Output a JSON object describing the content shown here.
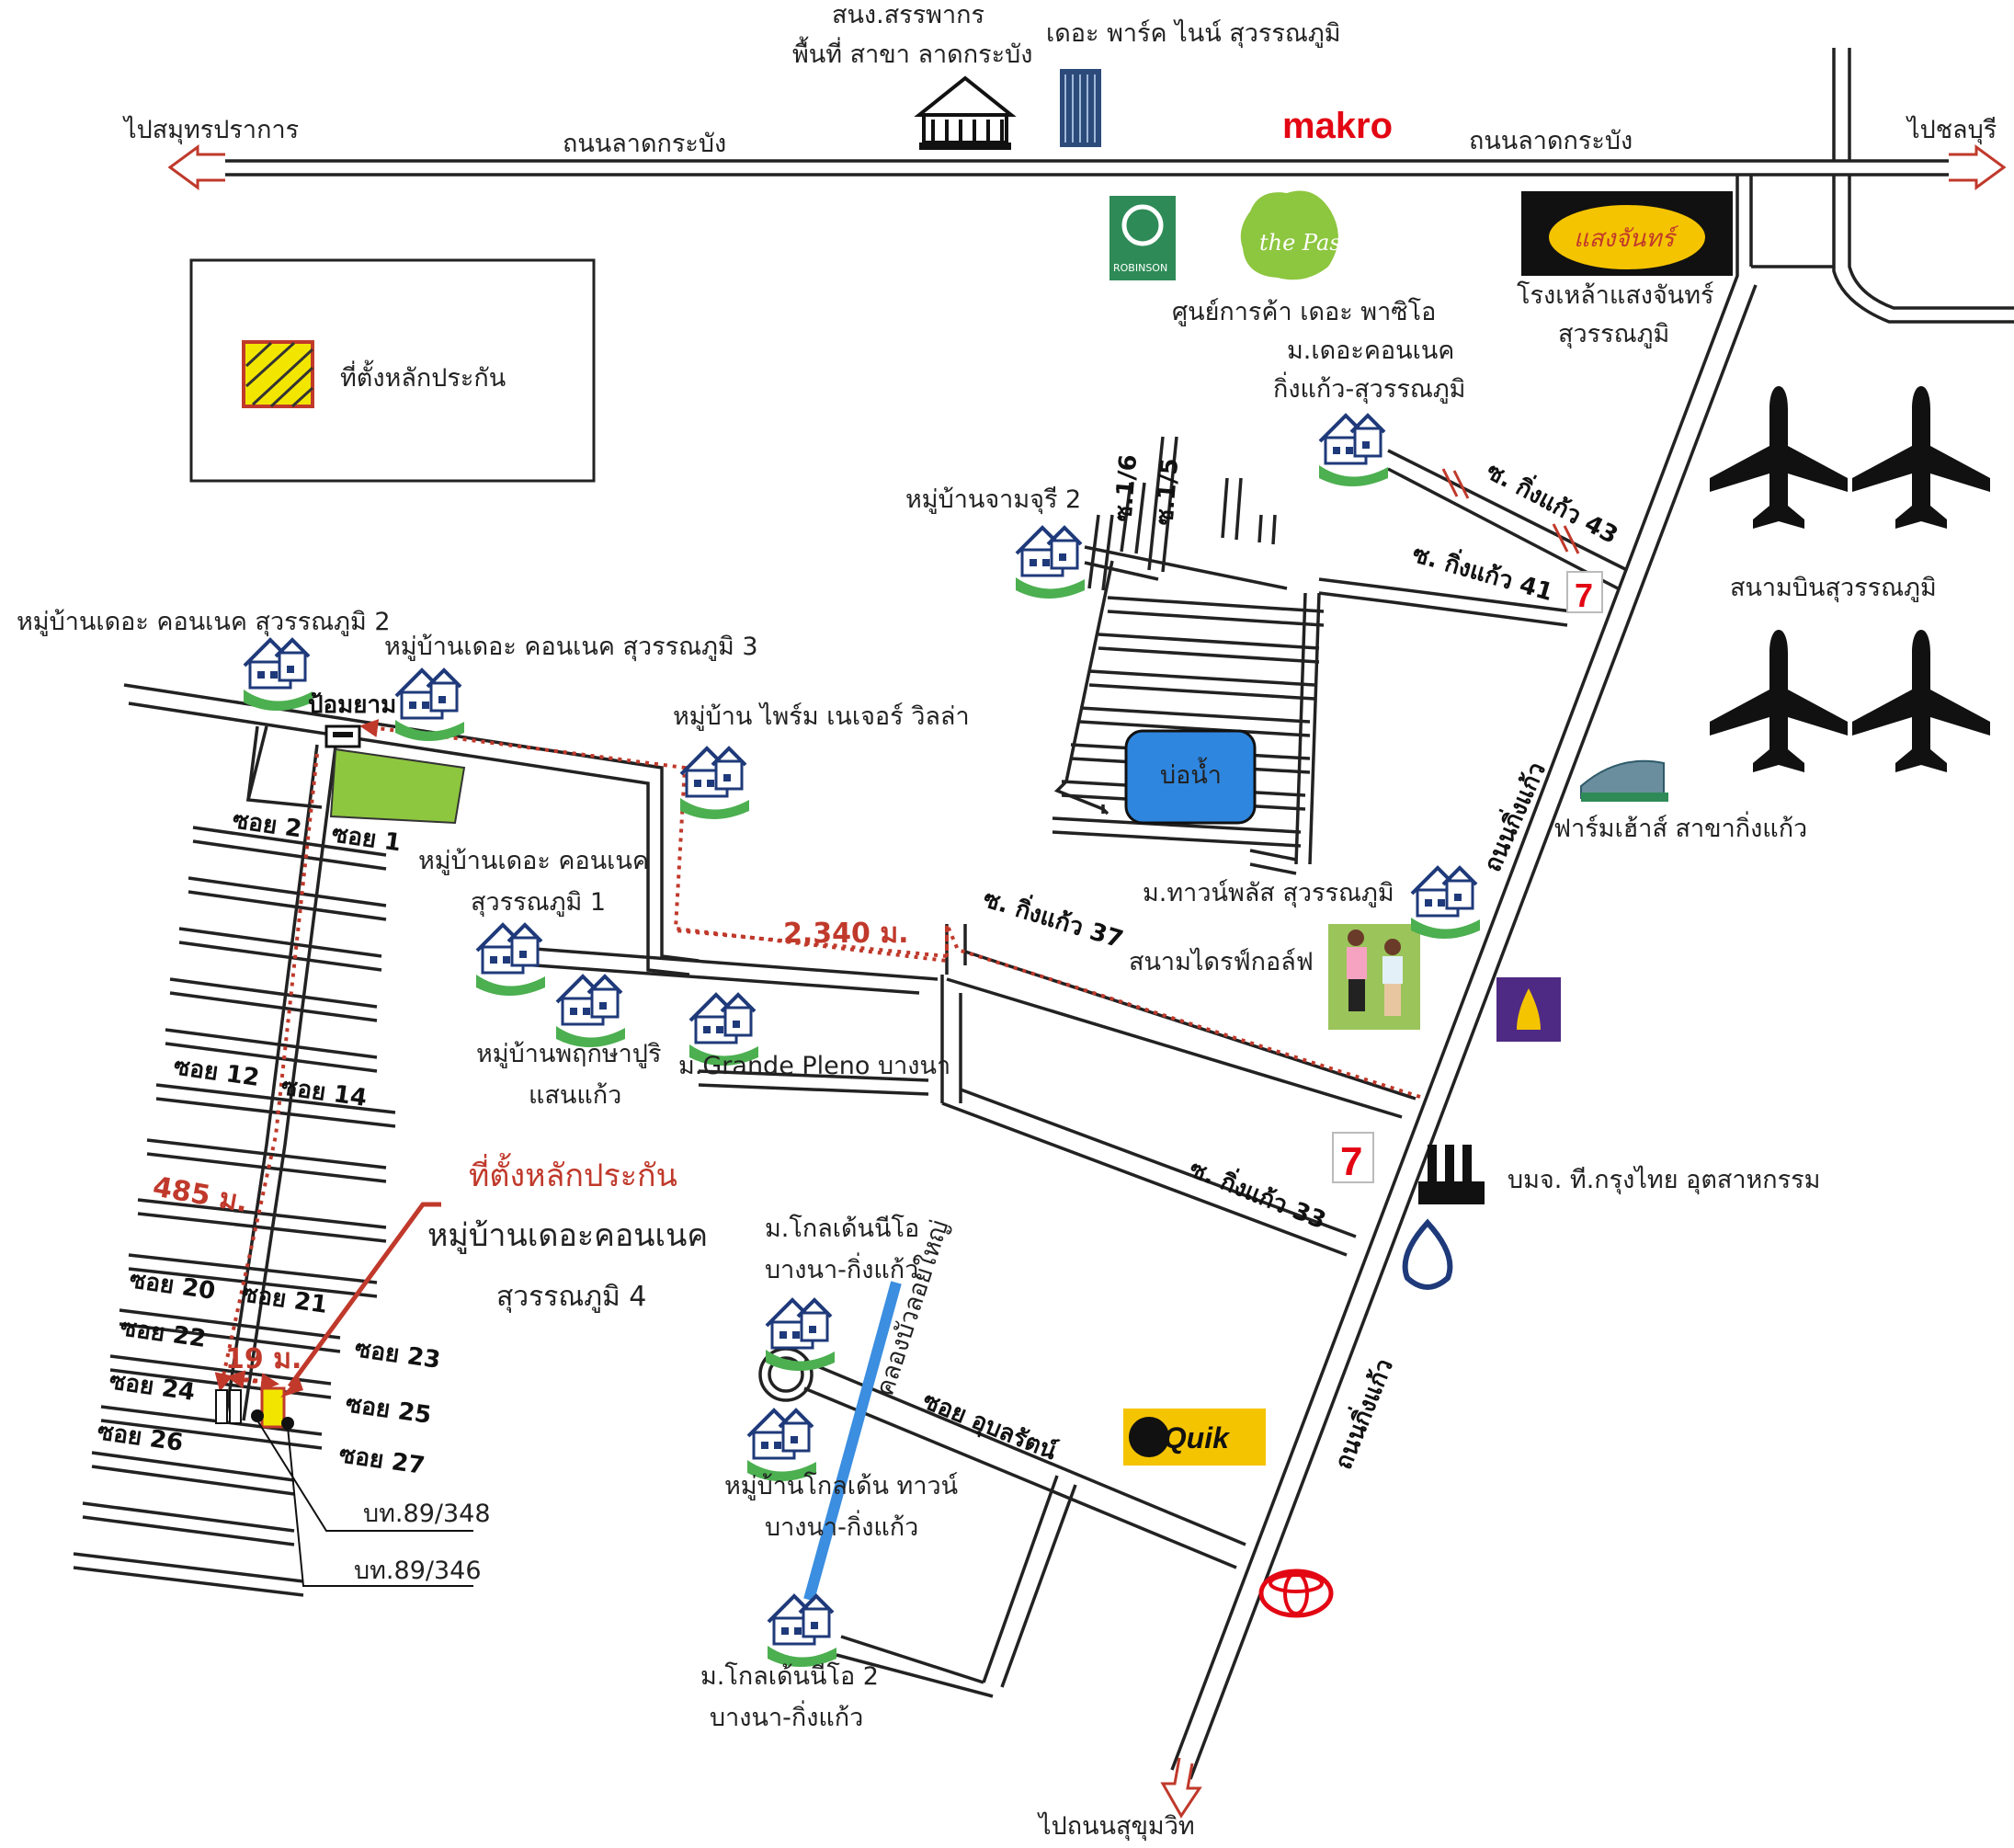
{
  "colors": {
    "route": "#c0392b",
    "lot_fill": "#f2e600",
    "park_green": "#8dc63f",
    "pond": "#2e86de",
    "canal": "#3b8ee0",
    "makro": "#e30613",
    "bquik": "#f5c400"
  },
  "top_road": {
    "left_dest": "ไปสมุทรปราการ",
    "right_dest": "ไปชลบุรี",
    "name_left": "ถนนลาดกระบัง",
    "name_right": "ถนนลาดกระบัง"
  },
  "bottom_dest": "ไปถนนสุขุมวิท",
  "legend": {
    "label": "ที่ตั้งหลักประกัน"
  },
  "landmarks": {
    "revenue_line1": "สนง.สรรพากร",
    "revenue_line2": "พื้นที่ สาขา ลาดกระบัง",
    "park_nine": "เดอะ พาร์ค ไนน์ สุวรรณภูมิ",
    "makro": "makro",
    "robinson": "ROBINSON",
    "paseo_logo": "the Paseo",
    "paseo": "ศูนย์การค้า เดอะ พาซิโอ",
    "brewery_line1": "โรงเหล้าแสงจันทร์",
    "brewery_line2": "สุวรรณภูมิ",
    "brewery_logo": "แสงจันทร์",
    "connect_kk_line1": "ม.เดอะคอนเนค",
    "connect_kk_line2": "กิ่งแก้ว-สุวรรณภูมิ",
    "airport": "สนามบินสุวรรณภูมิ",
    "chamchuri": "หมู่บ้านจามจุรี 2",
    "pond": "บ่อน้ำ",
    "farmhouse": "ฟาร์มเฮ้าส์ สาขากิ่งแก้ว",
    "townplus": "ม.ทาวน์พลัส สุวรรณภูมิ",
    "golf": "สนามไดรฟ์กอล์ฟ",
    "connect2": "หมู่บ้านเดอะ คอนเนค สุวรรณภูมิ 2",
    "connect3": "หมู่บ้านเดอะ คอนเนค สุวรรณภูมิ 3",
    "prime": "หมู่บ้าน ไพร์ม เนเจอร์ วิลล่า",
    "gas": "ป้อมยาม",
    "connect1_line1": "หมู่บ้านเดอะ คอนเนค",
    "connect1_line2": "สุวรรณภูมิ 1",
    "pruksa_line1": "หมู่บ้านพฤกษาปูริ",
    "pruksa_line2": "แสนแก้ว",
    "grande": "ม.Grande Pleno บางนา",
    "tkrungthai": "บมจ. ที.กรุงไทย อุตสาหกรรม",
    "golden_neo_line1": "ม.โกลเด้นนีโอ",
    "golden_neo_line2": "บางนา-กิ่งแก้ว",
    "golden_town_line1": "หมู่บ้านโกลเด้น ทาวน์",
    "golden_town_line2": "บางนา-กิ่งแก้ว",
    "golden_neo2_line1": "ม.โกลเด้นนีโอ 2",
    "golden_neo2_line2": "บางนา-กิ่งแก้ว",
    "canal": "คลองบัวลอยใหญ่",
    "bquik": "B-Quik",
    "seven": "7",
    "lot_a": "บท.89/348",
    "lot_b": "บท.89/346"
  },
  "roads": {
    "kk43": "ซ. กิ่งแก้ว 43",
    "kk41": "ซ. กิ่งแก้ว 41",
    "kk37": "ซ. กิ่งแก้ว 37",
    "kk33": "ซ. กิ่งแก้ว 33",
    "kingkaew1": "ถนนกิ่งแก้ว",
    "kingkaew2": "ถนนกิ่งแก้ว",
    "ubonrat": "ซอย อุบลรัตน์",
    "s16": "ซ.1/6",
    "s15": "ซ.1/5",
    "soi2": "ซอย 2",
    "soi1": "ซอย 1",
    "soi12": "ซอย 12",
    "soi14": "ซอย 14",
    "soi20": "ซอย 20",
    "soi21": "ซอย 21",
    "soi22": "ซอย 22",
    "soi23": "ซอย 23",
    "soi24": "ซอย 24",
    "soi25": "ซอย 25",
    "soi26": "ซอย 26",
    "soi27": "ซอย 27"
  },
  "distances": {
    "d1": "2,340 ม.",
    "d2": "485 ม.",
    "d3": "19 ม."
  },
  "target": {
    "title": "ที่ตั้งหลักประกัน",
    "line1": "หมู่บ้านเดอะคอนเนค",
    "line2": "สุวรรณภูมิ 4"
  }
}
